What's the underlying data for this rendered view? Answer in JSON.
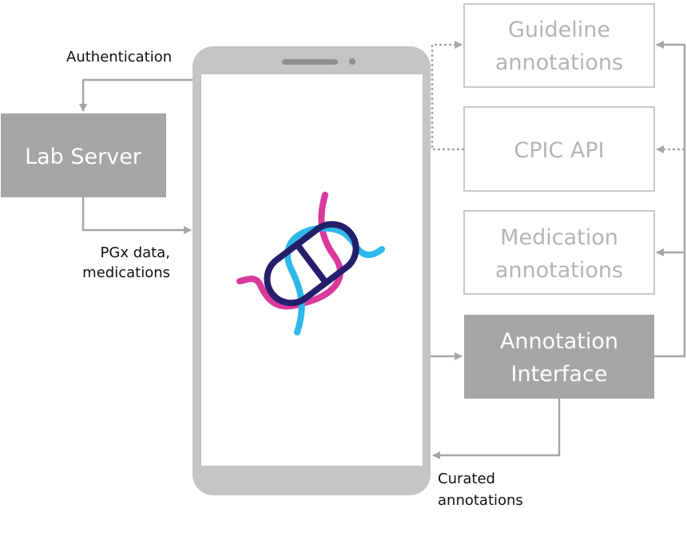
{
  "labels": {
    "authentication": "Authentication",
    "pgx_line1": "PGx data,",
    "pgx_line2": "medications",
    "curated_line1": "Curated",
    "curated_line2": "annotations"
  },
  "boxes": {
    "lab_server": "Lab Server",
    "guideline_line1": "Guideline",
    "guideline_line2": "annotations",
    "cpic_api": "CPIC API",
    "medication_line1": "Medication",
    "medication_line2": "annotations",
    "annotation_line1": "Annotation",
    "annotation_line2": "Interface"
  },
  "colors": {
    "dark_box": "#a6a6a6",
    "light_border": "#c8c8c8",
    "light_text": "#b4b4b4",
    "phone": "#c4c4c4",
    "arrow": "#a6a6a6",
    "logo_navy": "#241f6b",
    "logo_cyan": "#2fb7ea",
    "logo_magenta": "#d93a9b"
  },
  "logo": "pill-dna-logo"
}
